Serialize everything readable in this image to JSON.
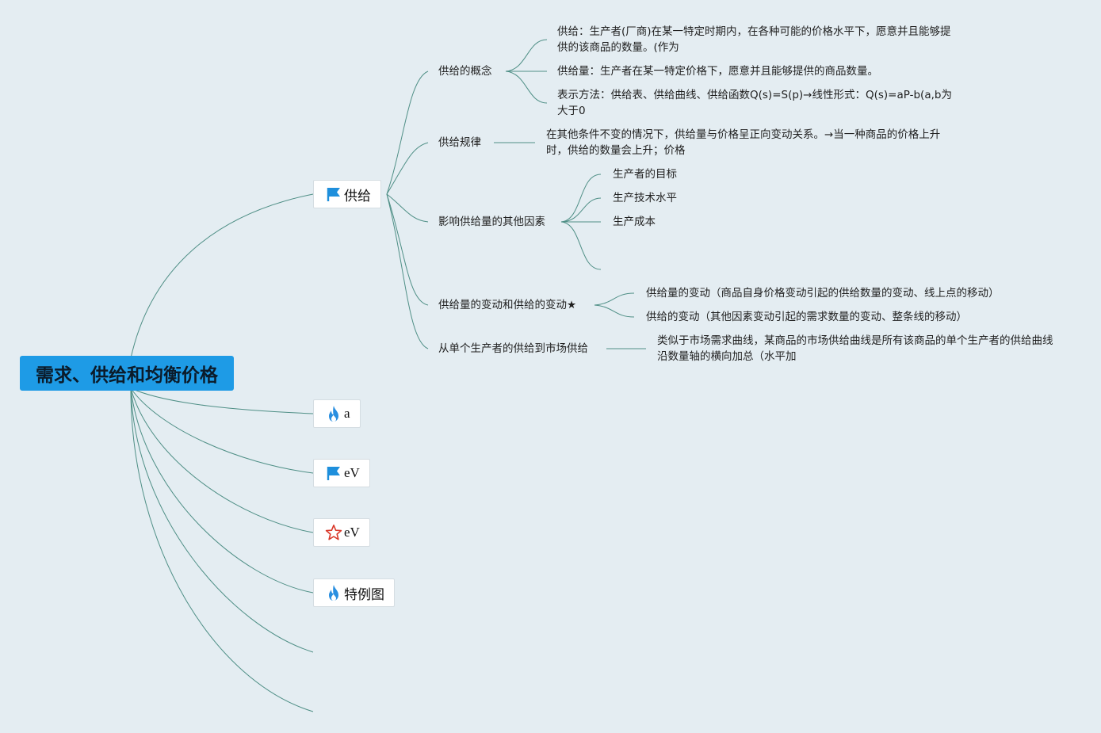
{
  "root": {
    "label": "需求、供给和均衡价格"
  },
  "branches": {
    "supply": {
      "label": "供给",
      "icon": "flag-icon"
    },
    "a": {
      "label": "a",
      "icon": "fire-icon"
    },
    "ev1": {
      "label": "eV",
      "icon": "flag-icon"
    },
    "ev2": {
      "label": "eV",
      "icon": "star-icon"
    },
    "special": {
      "label": "特例图",
      "icon": "fire-icon"
    }
  },
  "supply": {
    "concept": {
      "label": "供给的概念",
      "definition": "供给：生产者(厂商)在某一特定时期内，在各种可能的价格水平下，愿意并且能够提供的该商品的数量。(作为",
      "quantity": "供给量：生产者在某一特定价格下，愿意并且能够提供的商品数量。",
      "methods": "表示方法：供给表、供给曲线、供给函数Q(s)=S(p)→线性形式：Q(s)=aP-b(a,b为大于0"
    },
    "law": {
      "label": "供给规律",
      "text": "在其他条件不变的情况下，供给量与价格呈正向变动关系。→当一种商品的价格上升时，供给的数量会上升；价格"
    },
    "factors": {
      "label": "影响供给量的其他因素",
      "items": [
        "生产者的目标",
        "生产技术水平",
        "生产成本",
        ""
      ]
    },
    "changes": {
      "label": "供给量的变动和供给的变动★",
      "items": [
        "供给量的变动（商品自身价格变动引起的供给数量的变动、线上点的移动）",
        "供给的变动（其他因素变动引起的需求数量的变动、整条线的移动）"
      ]
    },
    "market": {
      "label": "从单个生产者的供给到市场供给",
      "text": "类似于市场需求曲线，某商品的市场供给曲线是所有该商品的单个生产者的供给曲线沿数量轴的横向加总（水平加"
    }
  },
  "colors": {
    "background": "#e4edf2",
    "root": "#1e9be6",
    "connector": "#4f8f86",
    "flag": "#1e8fdc",
    "fire": "#2a8fe0",
    "star": "#d9382a"
  }
}
